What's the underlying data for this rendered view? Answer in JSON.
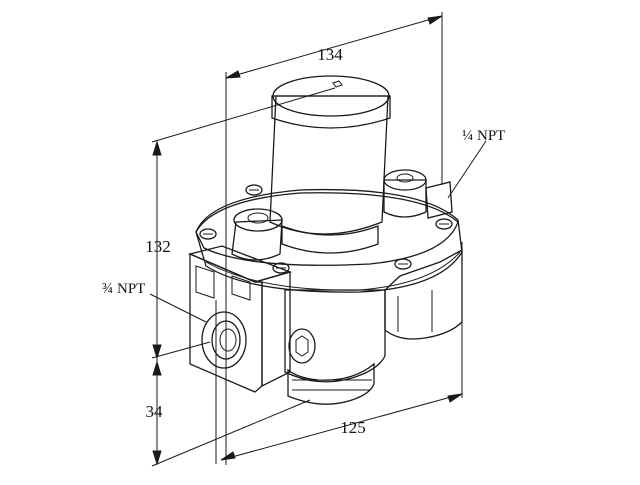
{
  "dimensions": {
    "width_top": "134",
    "height_total": "132",
    "height_lower": "34",
    "depth": "125"
  },
  "threads": {
    "outlet": "¼ NPT",
    "inlet": "¾ NPT"
  },
  "colors": {
    "line": "#1a1a1a",
    "body_light": "#e6e6e6",
    "body_mid": "#c9c9c9",
    "body_dark": "#9a9a9a"
  }
}
